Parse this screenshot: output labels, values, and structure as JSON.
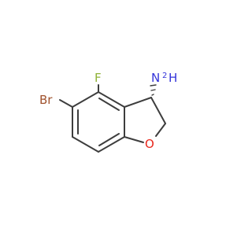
{
  "molecule": {
    "atoms": {
      "bromine": "Br",
      "fluorine": "F",
      "oxygen": "O",
      "nitrogen": "N",
      "hydrogen": "H",
      "hydrogen_count": "2"
    },
    "colors": {
      "bond": "#3d3d3d",
      "bromine": "#a0522d",
      "fluorine": "#8fb337",
      "oxygen": "#e8271c",
      "nitrogen": "#3333d9"
    }
  }
}
